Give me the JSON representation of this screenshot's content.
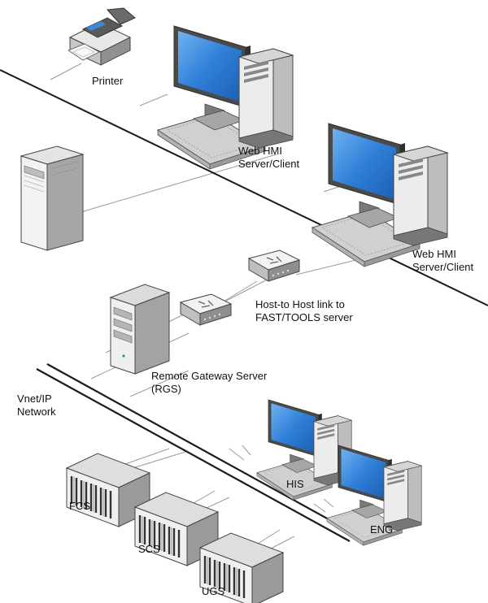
{
  "labels": {
    "printer": "Printer",
    "web_hmi_1_line1": "Web HMI",
    "web_hmi_1_line2": "Server/Client",
    "web_hmi_2_line1": "Web HMI",
    "web_hmi_2_line2": "Server/Client",
    "host_link_line1": "Host-to Host link to",
    "host_link_line2": "FAST/TOOLS server",
    "rgs_line1": "Remote Gateway Server",
    "rgs_line2": "(RGS)",
    "vnet_line1": "Vnet/IP",
    "vnet_line2": "Network",
    "his": "HIS",
    "eng": "ENG",
    "fcs": "FCS",
    "scs": "SCS",
    "ugs": "UGS"
  },
  "colors": {
    "screen_blue": "#2f7fd8",
    "device_light": "#e6e6e6",
    "device_mid": "#c4c4c4",
    "device_dark": "#8e8e8e",
    "outline": "#444444",
    "link_line": "#999999",
    "network_line": "#1a1a1a"
  }
}
